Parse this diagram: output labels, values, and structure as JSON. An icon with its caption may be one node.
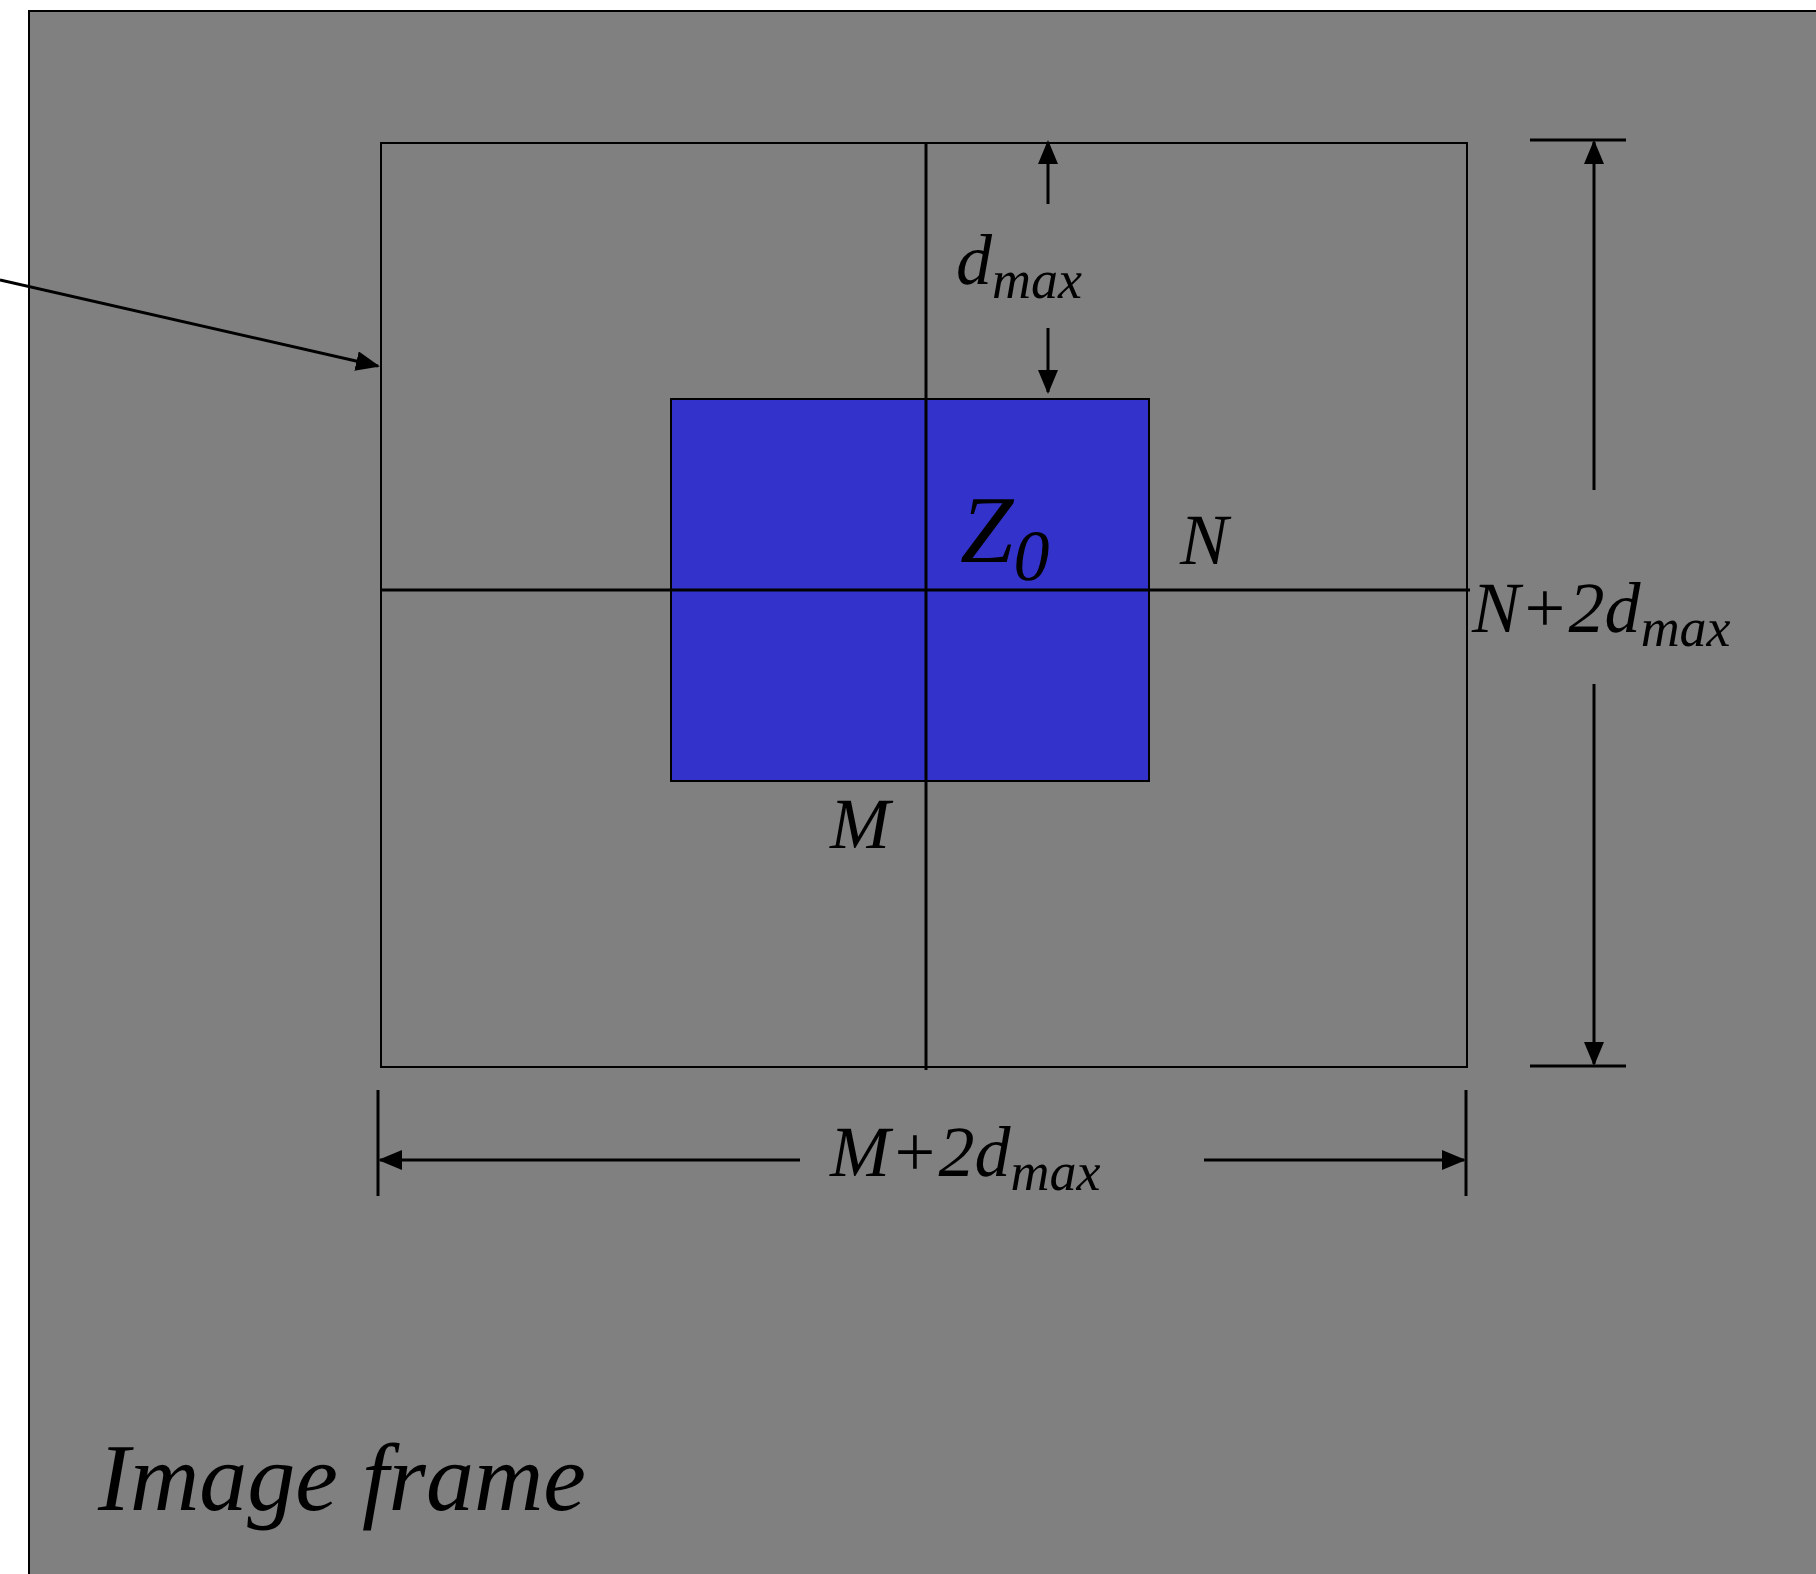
{
  "diagram": {
    "nodes": [
      {
        "text": [
          "Image frame"
        ]
      },
      {
        "text": [],
        "shape": "box",
        "in": 0
      },
      {
        "text": [
          "Z$_{0}$"
        ],
        "in": 1,
        "beside": [
          "N",
          "M"
        ]
      }
    ],
    "edges": [
      {
        "from": null,
        "to": 1,
        "arrow": "to"
      }
    ],
    "labels": [
      "d$_{max}$",
      "N+2d$_{max}$",
      "M+2d$_{max}$"
    ]
  }
}
